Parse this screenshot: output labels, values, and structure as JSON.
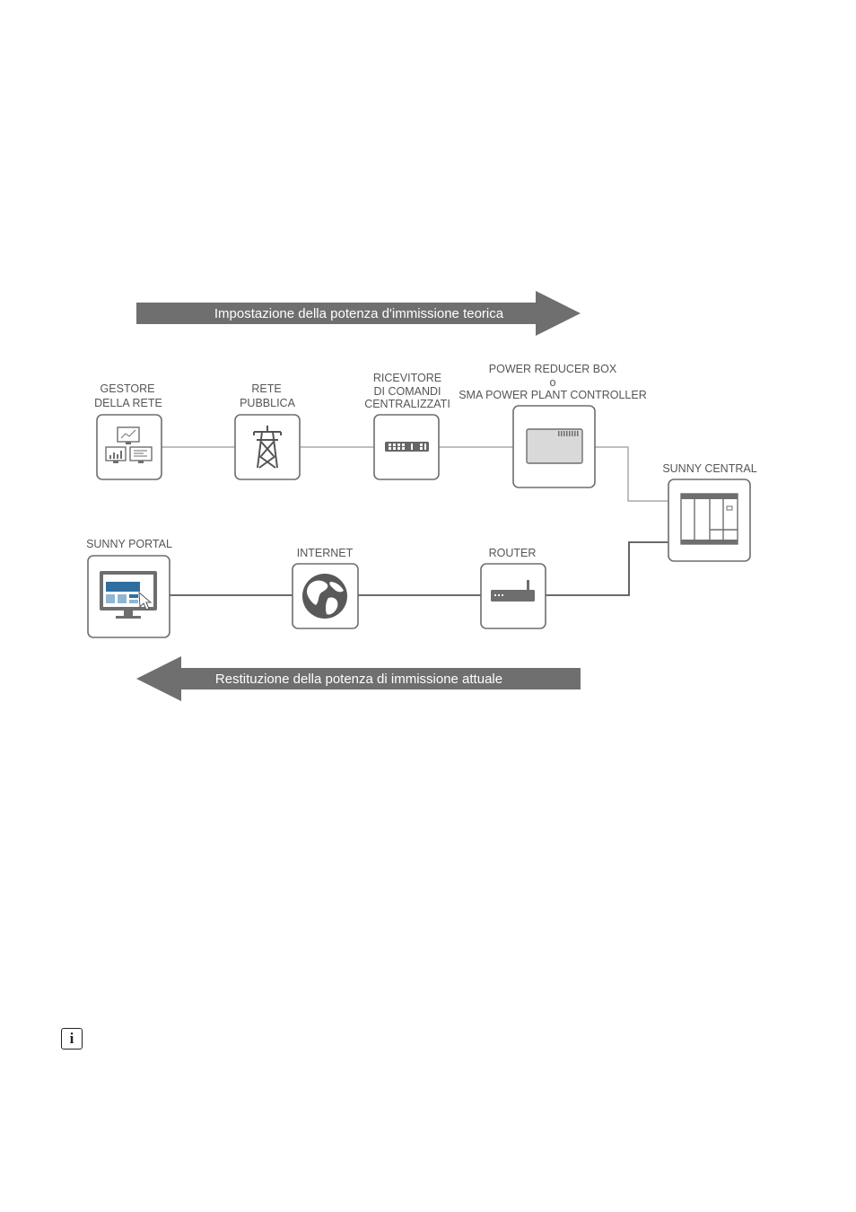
{
  "arrows": {
    "top": "Impostazione della potenza d'immissione teorica",
    "bottom": "Restituzione della potenza di immissione attuale"
  },
  "nodes": {
    "gestore": [
      "GESTORE",
      "DELLA RETE"
    ],
    "rete": [
      "RETE",
      "PUBBLICA"
    ],
    "ricevitore": [
      "RICEVITORE",
      "DI COMANDI",
      "CENTRALIZZATI"
    ],
    "power_reducer": [
      "POWER REDUCER BOX",
      "o",
      "SMA POWER PLANT CONTROLLER"
    ],
    "sunny_central": [
      "SUNNY CENTRAL"
    ],
    "sunny_portal": [
      "SUNNY PORTAL"
    ],
    "internet": [
      "INTERNET"
    ],
    "router": [
      "ROUTER"
    ]
  },
  "icons": {
    "info": "i"
  },
  "colors": {
    "arrow": "#6f6f6f",
    "line_light": "#aaaaaa",
    "line_dark": "#555555",
    "accent_blue": "#2f6f9f"
  }
}
